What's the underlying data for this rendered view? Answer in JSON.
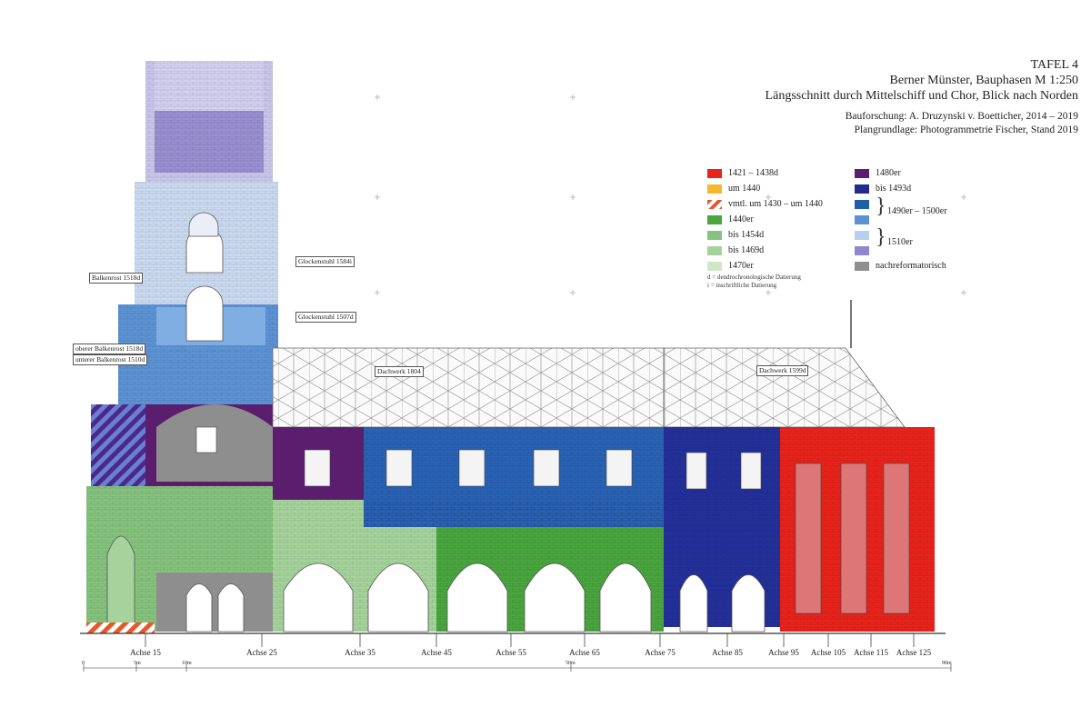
{
  "header": {
    "plate": "TAFEL 4",
    "title": "Berner Münster, Bauphasen M 1:250",
    "subtitle": "Längsschnitt durch Mittelschiff und Chor, Blick nach Norden",
    "research": "Bauforschung: A. Druzynski v. Boetticher, 2014 – 2019",
    "basis": "Plangrundlage: Photogrammetrie Fischer, Stand 2019"
  },
  "legend": {
    "left": [
      {
        "label": "1421 – 1438d",
        "color": "#e8231c"
      },
      {
        "label": "um 1440",
        "color": "#f5b82e"
      },
      {
        "label": "vmtl. um 1430 – um 1440",
        "color": "hatched"
      },
      {
        "label": "1440er",
        "color": "#4aa63f"
      },
      {
        "label": "bis 1454d",
        "color": "#86c37e"
      },
      {
        "label": "bis 1469d",
        "color": "#a6d39c"
      },
      {
        "label": "1470er",
        "color": "#cfe7c8"
      }
    ],
    "right": [
      {
        "label": "1480er",
        "color": "#5b1d6e"
      },
      {
        "label": "bis 1493d",
        "color": "#232b8e"
      },
      {
        "label": "1490er – 1500er",
        "color": "#1f5fa8"
      },
      {
        "label": "",
        "color": "#5a93d3"
      },
      {
        "label": "1510er",
        "color": "#b9cfee"
      },
      {
        "label": "",
        "color": "#8f86cf"
      },
      {
        "label": "nachreformatorisch",
        "color": "#8e8e8e"
      }
    ],
    "note_d": "d = dendrochronologische Datierung",
    "note_i": "i = inschriftliche Datierung"
  },
  "labels": {
    "glockenstuhl_1584": "Glockenstuhl 1584i",
    "glockenstuhl_1507": "Glockenstuhl 1507d",
    "balkenrost_1518": "Balkenrost 1518d",
    "oberer_balkenrost": "oberer Balkenrost 1518d",
    "unterer_balkenrost": "unterer Balkenrost 1510d",
    "dachwerk_1804": "Dachwerk 1804",
    "dachwerk_1599": "Dachwerk 1599d"
  },
  "axes": [
    "Achse 15",
    "Achse 25",
    "Achse 35",
    "Achse 45",
    "Achse 55",
    "Achse 65",
    "Achse 75",
    "Achse 85",
    "Achse 95",
    "Achse 105",
    "Achse 115",
    "Achse 125"
  ],
  "scale": [
    "0",
    "5m",
    "10m",
    "50m",
    "90m"
  ]
}
